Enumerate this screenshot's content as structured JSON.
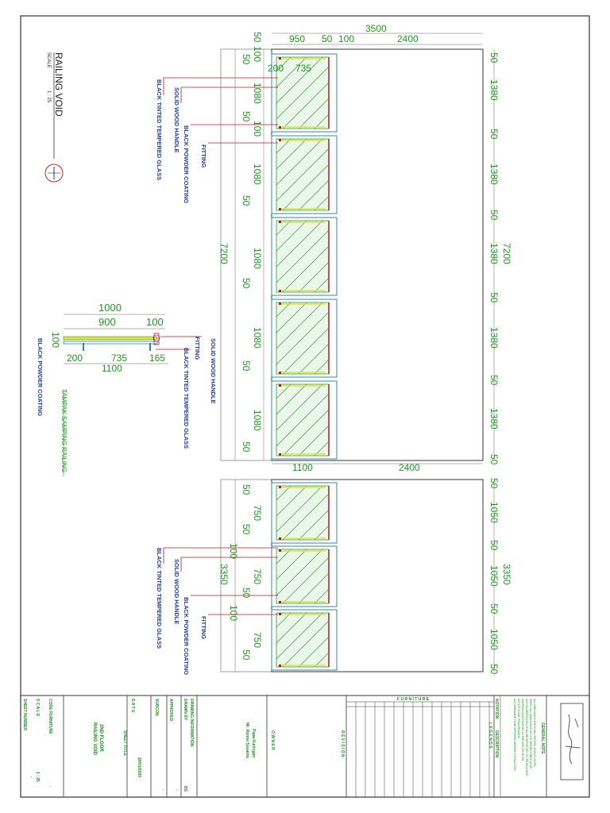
{
  "title_block": {
    "view_title": "RAILING VOID",
    "scale_label": "SCALE",
    "scale_value": "1 : 25",
    "side_view_title": "TAMPAK SAMPING RAILING"
  },
  "callouts": {
    "fitting": "FITTING",
    "powder": "BLACK POWDER COATING",
    "handle": "SOLID WOOD HANDLE",
    "glass": "BLACK TINTED TEMPERED GLASS"
  },
  "dims_top": {
    "total_top": "3500",
    "w950": "950",
    "w50": "50",
    "w100": "100",
    "w2400": "2400",
    "right_total": "7200",
    "left_total": "7200",
    "seg1380": "1380",
    "seg50": "50",
    "inner200": "200",
    "inner735": "735",
    "bottom1100": "1100",
    "bottom2400": "2400",
    "glass1080": "1080",
    "post100": "100"
  },
  "dims_bottom": {
    "right_total": "3350",
    "left_total": "3350",
    "seg1050": "1050",
    "seg50": "50",
    "glass750": "750",
    "post100": "100"
  },
  "side_view": {
    "w1000": "1000",
    "w900": "900",
    "w100": "100",
    "h100": "100",
    "w200": "200",
    "w735": "735",
    "w165": "165",
    "w1100": "1100"
  },
  "titleblock": {
    "general_note": "GENERAL NOTE",
    "notes": [
      "ALL DIMENSIONS ARE IN MILLIMETERS UNLESS NOTED",
      "VERIFY ALL DIMENSIONS ON SITE BEFORE FABRICATION",
      "ANY DISCREPANCIES SHALL BE REPORTED TO THE DESIGNER",
      "MATERIALS AND FINISHES AS PER SPECIFICATION",
      "DO NOT SCALE FROM DRAWING",
      "ALL HARDWARE TO BE APPROVED BEFORE INSTALLATION"
    ],
    "legends": "L E G E N D S",
    "notation": "NOTATION",
    "description": "DESCRIPTION",
    "furniture": "F U R N I T U R E",
    "revision": "R E V I S I O N",
    "owner": "O W N E R",
    "owner_name": "Mr. Romie Susanto",
    "project": "Papa Kuningan",
    "drawing_information": "DRAWING INFORMATION",
    "drawn_by": "DRAWN BY",
    "drawn_by_value": "BS",
    "approved": "APPROVED",
    "approved_value": "-",
    "subcon": "SUBCON",
    "subcon_value": "-",
    "date": "D A T E",
    "date_value": "20/01/2020",
    "sheet_title": "SHEET TITLE",
    "sheet_title_value_1": "RAILING VOID",
    "sheet_title_value_2": "2ND FLOOR",
    "code": "CODE FURNITURE",
    "code_value": "-",
    "scale": "S C A L E",
    "scale_value": "1 : 25",
    "sheet_number": "SHEET NUMBER",
    "sheet_number_value": "-"
  },
  "colors": {
    "dimension": "#1a9a1a",
    "callout": "#1f3fa8",
    "glass_hatch": "#2aa02a",
    "frame": "#2e8aa0",
    "handle": "#e6e040",
    "leader": "#c0141e"
  }
}
